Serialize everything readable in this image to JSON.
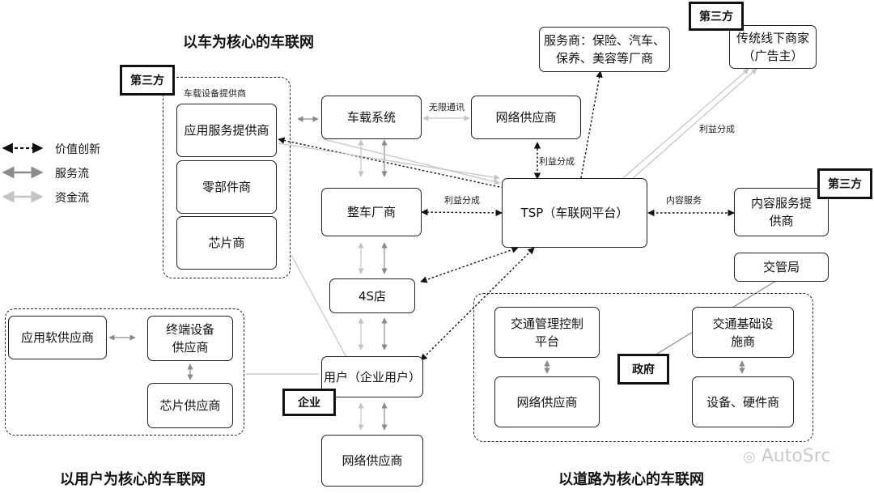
{
  "headings": {
    "vehicle_center": "以车为核心的车联网",
    "user_center": "以用户为核心的车联网",
    "road_center": "以道路为核心的车联网"
  },
  "legend": {
    "value_innovation": "价值创新",
    "service_flow": "服务流",
    "capital_flow": "资金流"
  },
  "tags": {
    "third_party": "第三方",
    "enterprise": "企业",
    "government": "政府"
  },
  "group_labels": {
    "onboard_equipment_provider": "车载设备提供商"
  },
  "nodes": {
    "app_service_provider": "应用服务提供商",
    "parts_supplier": "零部件商",
    "chip_maker": "芯片商",
    "onboard_system": "车载系统",
    "network_supplier_top": "网络供应商",
    "service_provider_line1": "服务商：保险、汽车、",
    "service_provider_line2": "保养、美容等厂商",
    "offline_merchant_line1": "传统线下商家",
    "offline_merchant_line2": "（广告主）",
    "oem": "整车厂商",
    "tsp": "TSP（车联网平台）",
    "content_provider_line1": "内容服务提",
    "content_provider_line2": "供商",
    "traffic_bureau": "交管局",
    "dealer_4s": "4S店",
    "app_software_supplier": "应用软供应商",
    "terminal_supplier_line1": "终端设备",
    "terminal_supplier_line2": "供应商",
    "chip_supplier": "芯片供应商",
    "user": "用户（企业用户）",
    "network_supplier_bottom": "网络供应商",
    "traffic_control_line1": "交通管理控制",
    "traffic_control_line2": "平台",
    "road_network_supplier": "网络供应商",
    "infra_supplier_line1": "交通基础设",
    "infra_supplier_line2": "施商",
    "hardware_supplier": "设备、硬件商"
  },
  "edge_labels": {
    "wireless": "无限通讯",
    "profit_share_1": "利益分成",
    "profit_share_2": "利益分成",
    "profit_share_3": "利益分成",
    "content_service": "内容服务"
  },
  "watermark": "AutoSrc",
  "colors": {
    "dotted": "#111111",
    "service": "#8a8a8a",
    "capital": "#c4c4c4"
  }
}
